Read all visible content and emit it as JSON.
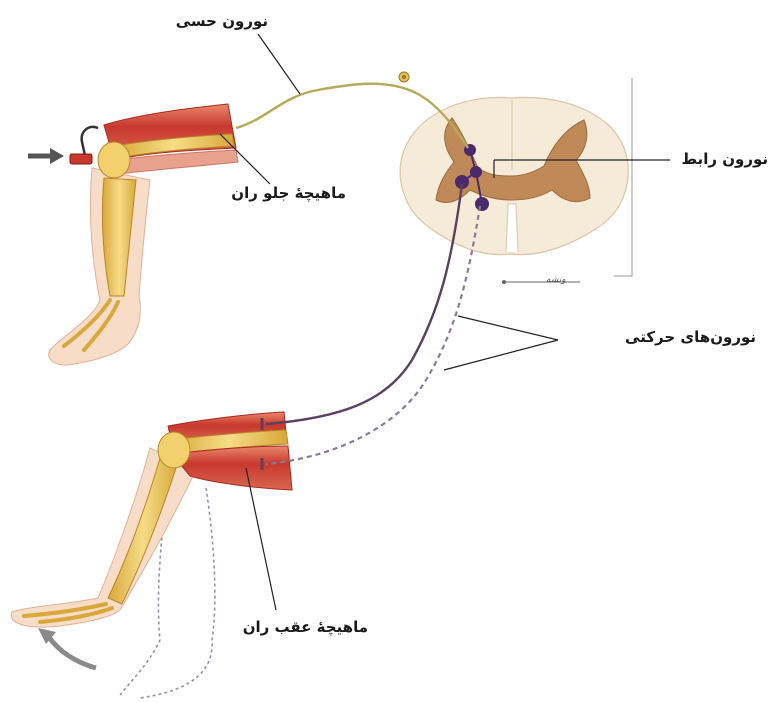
{
  "labels": {
    "sensory_neuron": "نورون حسی",
    "interneuron": "نورون رابط",
    "quadriceps": "ماهیچهٔ جلو ران",
    "motor_neurons": "نورون‌های حرکتی",
    "hamstring": "ماهیچهٔ عقب ران",
    "cord_tag": "ونشه"
  },
  "colors": {
    "sensory_axon": "#b5a95a",
    "motor_axon": "#5a4160",
    "muscle_red": "#c8382e",
    "muscle_pink": "#e9a08c",
    "bone": "#e8c25a",
    "gray_matter": "#c08a58",
    "white_matter": "#f6ead8",
    "cell_body": "#4a2a6a",
    "skin": "#f7dcc8"
  },
  "icons": [
    "hammer-icon",
    "tap-arrow-icon",
    "kick-arrow-icon",
    "ganglion-icon"
  ]
}
